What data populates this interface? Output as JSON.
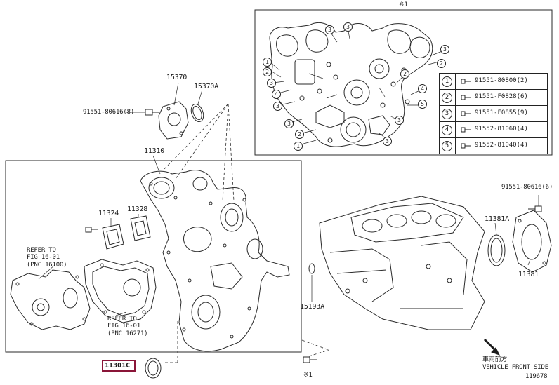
{
  "diagram": {
    "labels": {
      "note_mark_top": "※1",
      "part_15370": "15370",
      "part_15370A": "15370A",
      "bolt_91551_80616_8": "91551-80616(8)",
      "part_11310": "11310",
      "part_11324": "11324",
      "part_11328": "11328",
      "refer_1_line1": "REFER TO",
      "refer_1_line2": "FIG 16-01",
      "refer_1_line3": "(PNC 16100)",
      "refer_2_line1": "REFER TO",
      "refer_2_line2": "FIG 16-01",
      "refer_2_line3": "(PNC 16271)",
      "part_11301C": "11301C",
      "note_mark_bottom": "※1",
      "bolt_91551_80616_6": "91551-80616(6)",
      "part_11381A": "11381A",
      "part_11381": "11381",
      "part_15193A": "15193A",
      "front_side_jp": "車両前方",
      "front_side_en": "VEHICLE FRONT SIDE",
      "figure_code": "119678"
    },
    "legend": [
      {
        "num": "1",
        "part": "91551-80800(2)"
      },
      {
        "num": "2",
        "part": "91551-F0828(6)"
      },
      {
        "num": "3",
        "part": "91551-F0855(9)"
      },
      {
        "num": "4",
        "part": "91552-81060(4)"
      },
      {
        "num": "5",
        "part": "91552-81040(4)"
      }
    ],
    "callouts_top": [
      "1",
      "2",
      "3",
      "4",
      "5"
    ],
    "colors": {
      "line": "#2a2a2a",
      "highlight": "#8a1538"
    }
  }
}
